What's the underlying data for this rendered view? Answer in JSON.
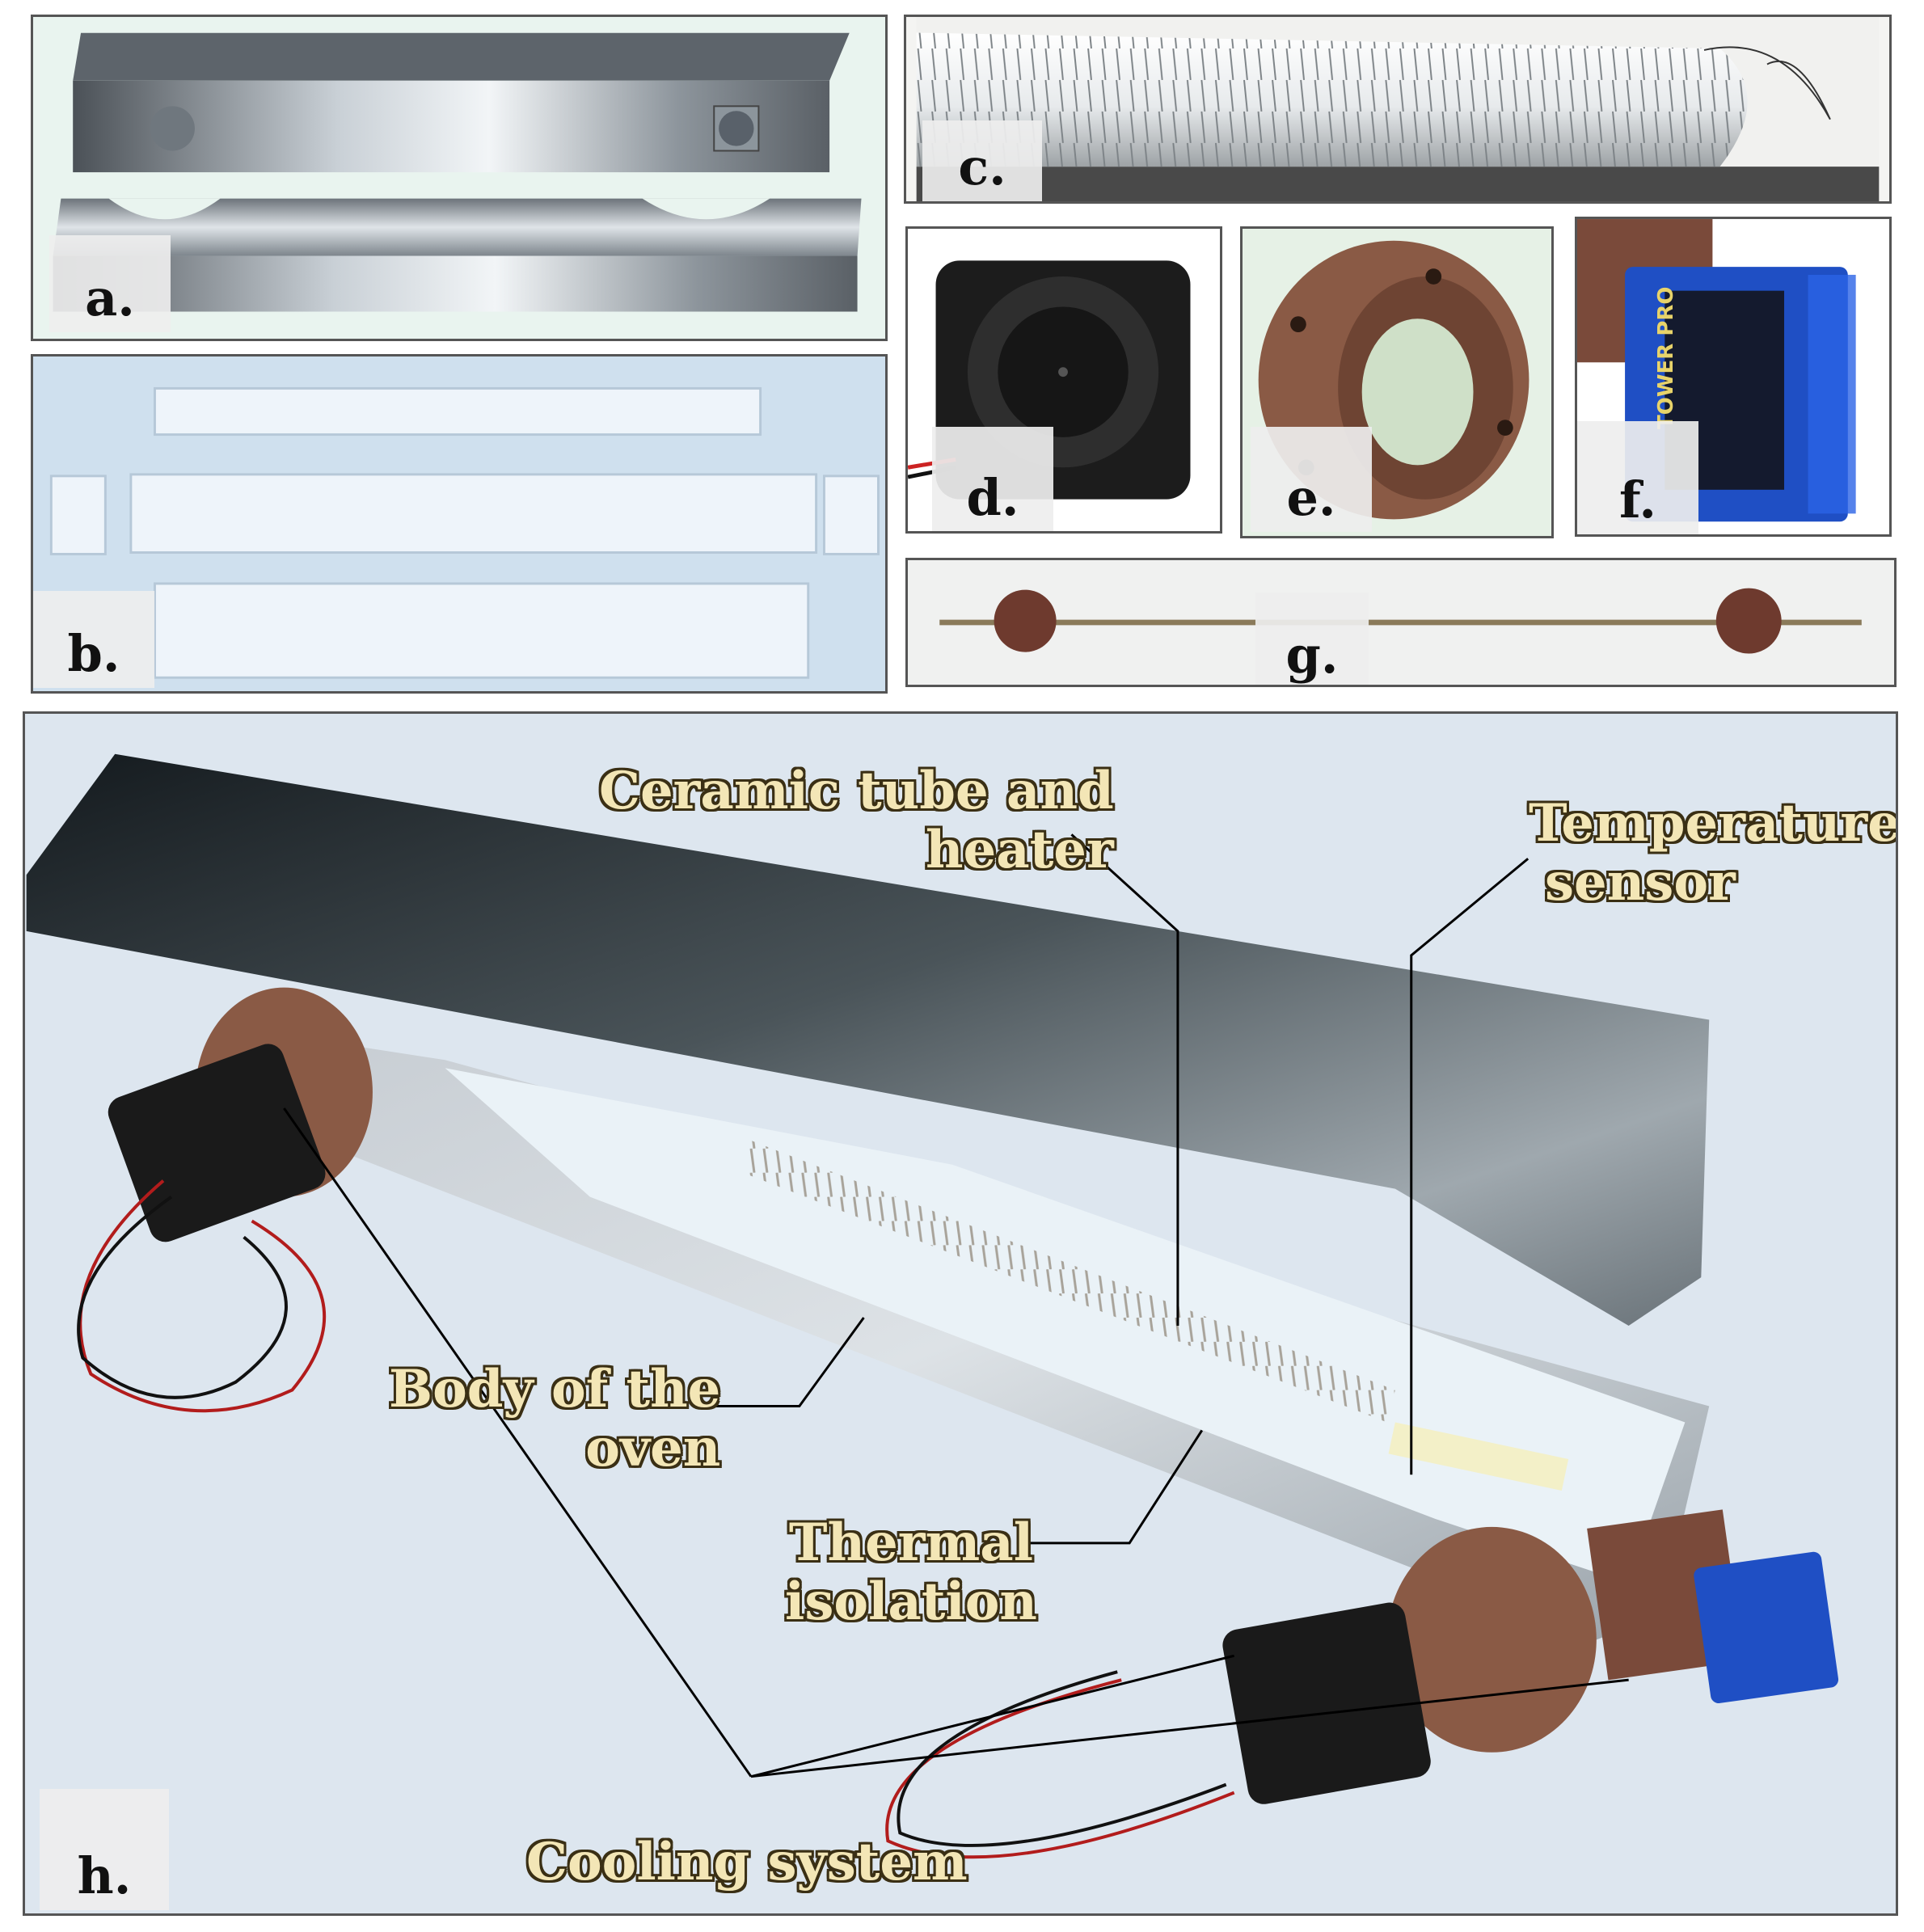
{
  "panels": {
    "a": "a.",
    "b": "b.",
    "c": "c.",
    "d": "d.",
    "e": "e.",
    "f": "f.",
    "g": "g.",
    "h": "h."
  },
  "servo_text": "TOWER PRO",
  "annotations": {
    "ceramic": [
      "Ceramic tube and",
      "heater"
    ],
    "temperature": [
      "Temperature",
      "sensor"
    ],
    "body": [
      "Body of the",
      "oven"
    ],
    "thermal": [
      "Thermal",
      "isolation"
    ],
    "cooling": "Cooling system"
  },
  "colors": {
    "steel": "#9aa4ad",
    "insulation": "#e4eef6",
    "wood": "#8a5a45",
    "fan": "#1a1a1a",
    "servo": "#1f4fc4",
    "annotation_text": "#f3e6b6"
  }
}
